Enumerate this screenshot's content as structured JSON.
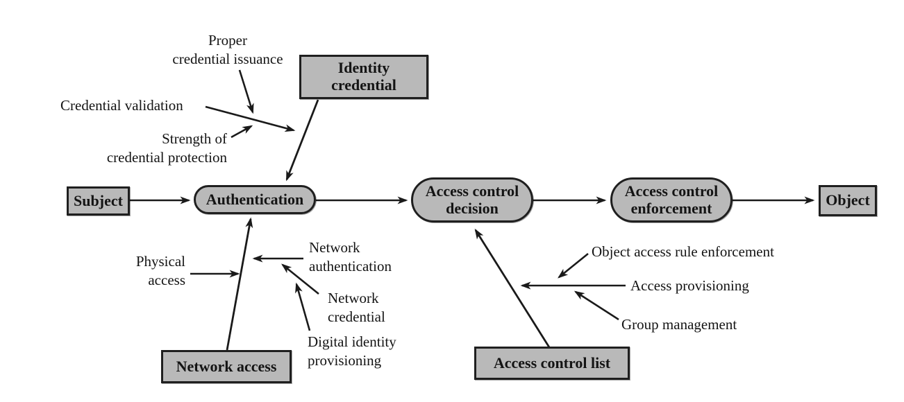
{
  "nodes": {
    "subject": {
      "label": "Subject"
    },
    "authentication": {
      "label": "Authentication"
    },
    "access_control_decision": {
      "label": "Access control\ndecision"
    },
    "access_control_enforcement": {
      "label": "Access control\nenforcement"
    },
    "object": {
      "label": "Object"
    },
    "identity_credential": {
      "label": "Identity\ncredential"
    },
    "network_access": {
      "label": "Network access"
    },
    "access_control_list": {
      "label": "Access control list"
    }
  },
  "annotations": {
    "proper_credential_issuance": "Proper\ncredential issuance",
    "credential_validation": "Credential validation",
    "strength_of_credential_protection": "Strength of\ncredential protection",
    "physical_access": "Physical\naccess",
    "network_authentication": "Network\nauthentication",
    "network_credential": "Network\ncredential",
    "digital_identity_provisioning": "Digital identity\nprovisioning",
    "object_access_rule_enforcement": "Object access rule enforcement",
    "access_provisioning": "Access provisioning",
    "group_management": "Group management"
  },
  "colors": {
    "node_fill": "#b9b9b9",
    "node_border": "#1f1f1f",
    "line": "#1a1a1a",
    "background": "#ffffff"
  }
}
